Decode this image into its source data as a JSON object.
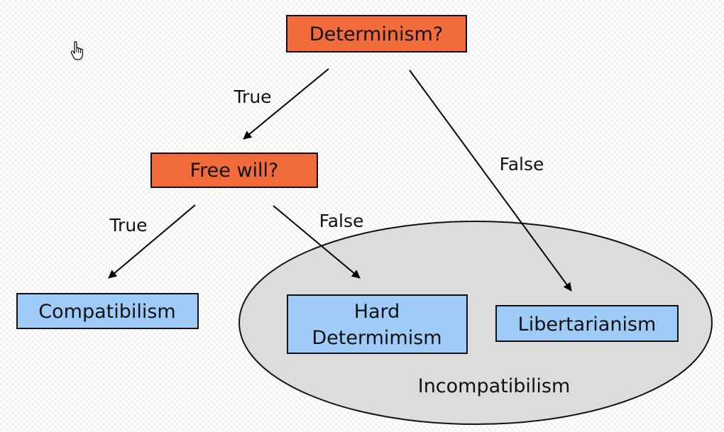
{
  "nodes": {
    "determinism": "Determinism?",
    "free_will": "Free will?",
    "compatibilism": "Compatibilism",
    "hard_determinism_line1": "Hard",
    "hard_determinism_line2": "Determimism",
    "libertarianism": "Libertarianism",
    "incompatibilism": "Incompatibilism"
  },
  "edges": {
    "determinism_true": "True",
    "determinism_false": "False",
    "free_will_true": "True",
    "free_will_false": "False"
  },
  "colors": {
    "question_fill": "#f26b3a",
    "answer_fill": "#9ecbf7",
    "group_fill": "#dcdcdc"
  },
  "icons": {
    "cursor": "hand-pointer-icon"
  }
}
